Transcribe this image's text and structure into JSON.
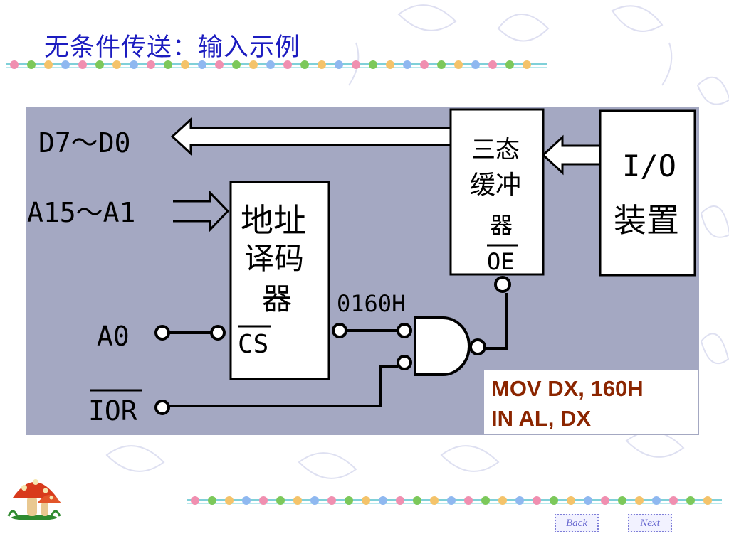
{
  "slide": {
    "title": "无条件传送：输入示例"
  },
  "diagram": {
    "bus_data_label": "D7～D0",
    "bus_addr_label": "A15～A1",
    "a0_label": "A0",
    "ior_label": "IOR",
    "decoder": {
      "line1": "地址",
      "line2": "译码",
      "line3": "器",
      "cs_label": "CS"
    },
    "buffer": {
      "line1": "三态",
      "line2": "缓冲",
      "line3": "器",
      "oe_label": "OE"
    },
    "io_device": {
      "line1": "I/O",
      "line2": "装置"
    },
    "address_value": "0160H"
  },
  "code": {
    "line1": "MOV DX, 160H",
    "line2": "IN AL, DX"
  },
  "nav": {
    "back_label": "Back",
    "next_label": "Next"
  },
  "colors": {
    "title": "#1c1cc0",
    "diagram_bg": "#a4a8c2",
    "code_text": "#8b2500",
    "nav_text": "#6a6ad0"
  }
}
